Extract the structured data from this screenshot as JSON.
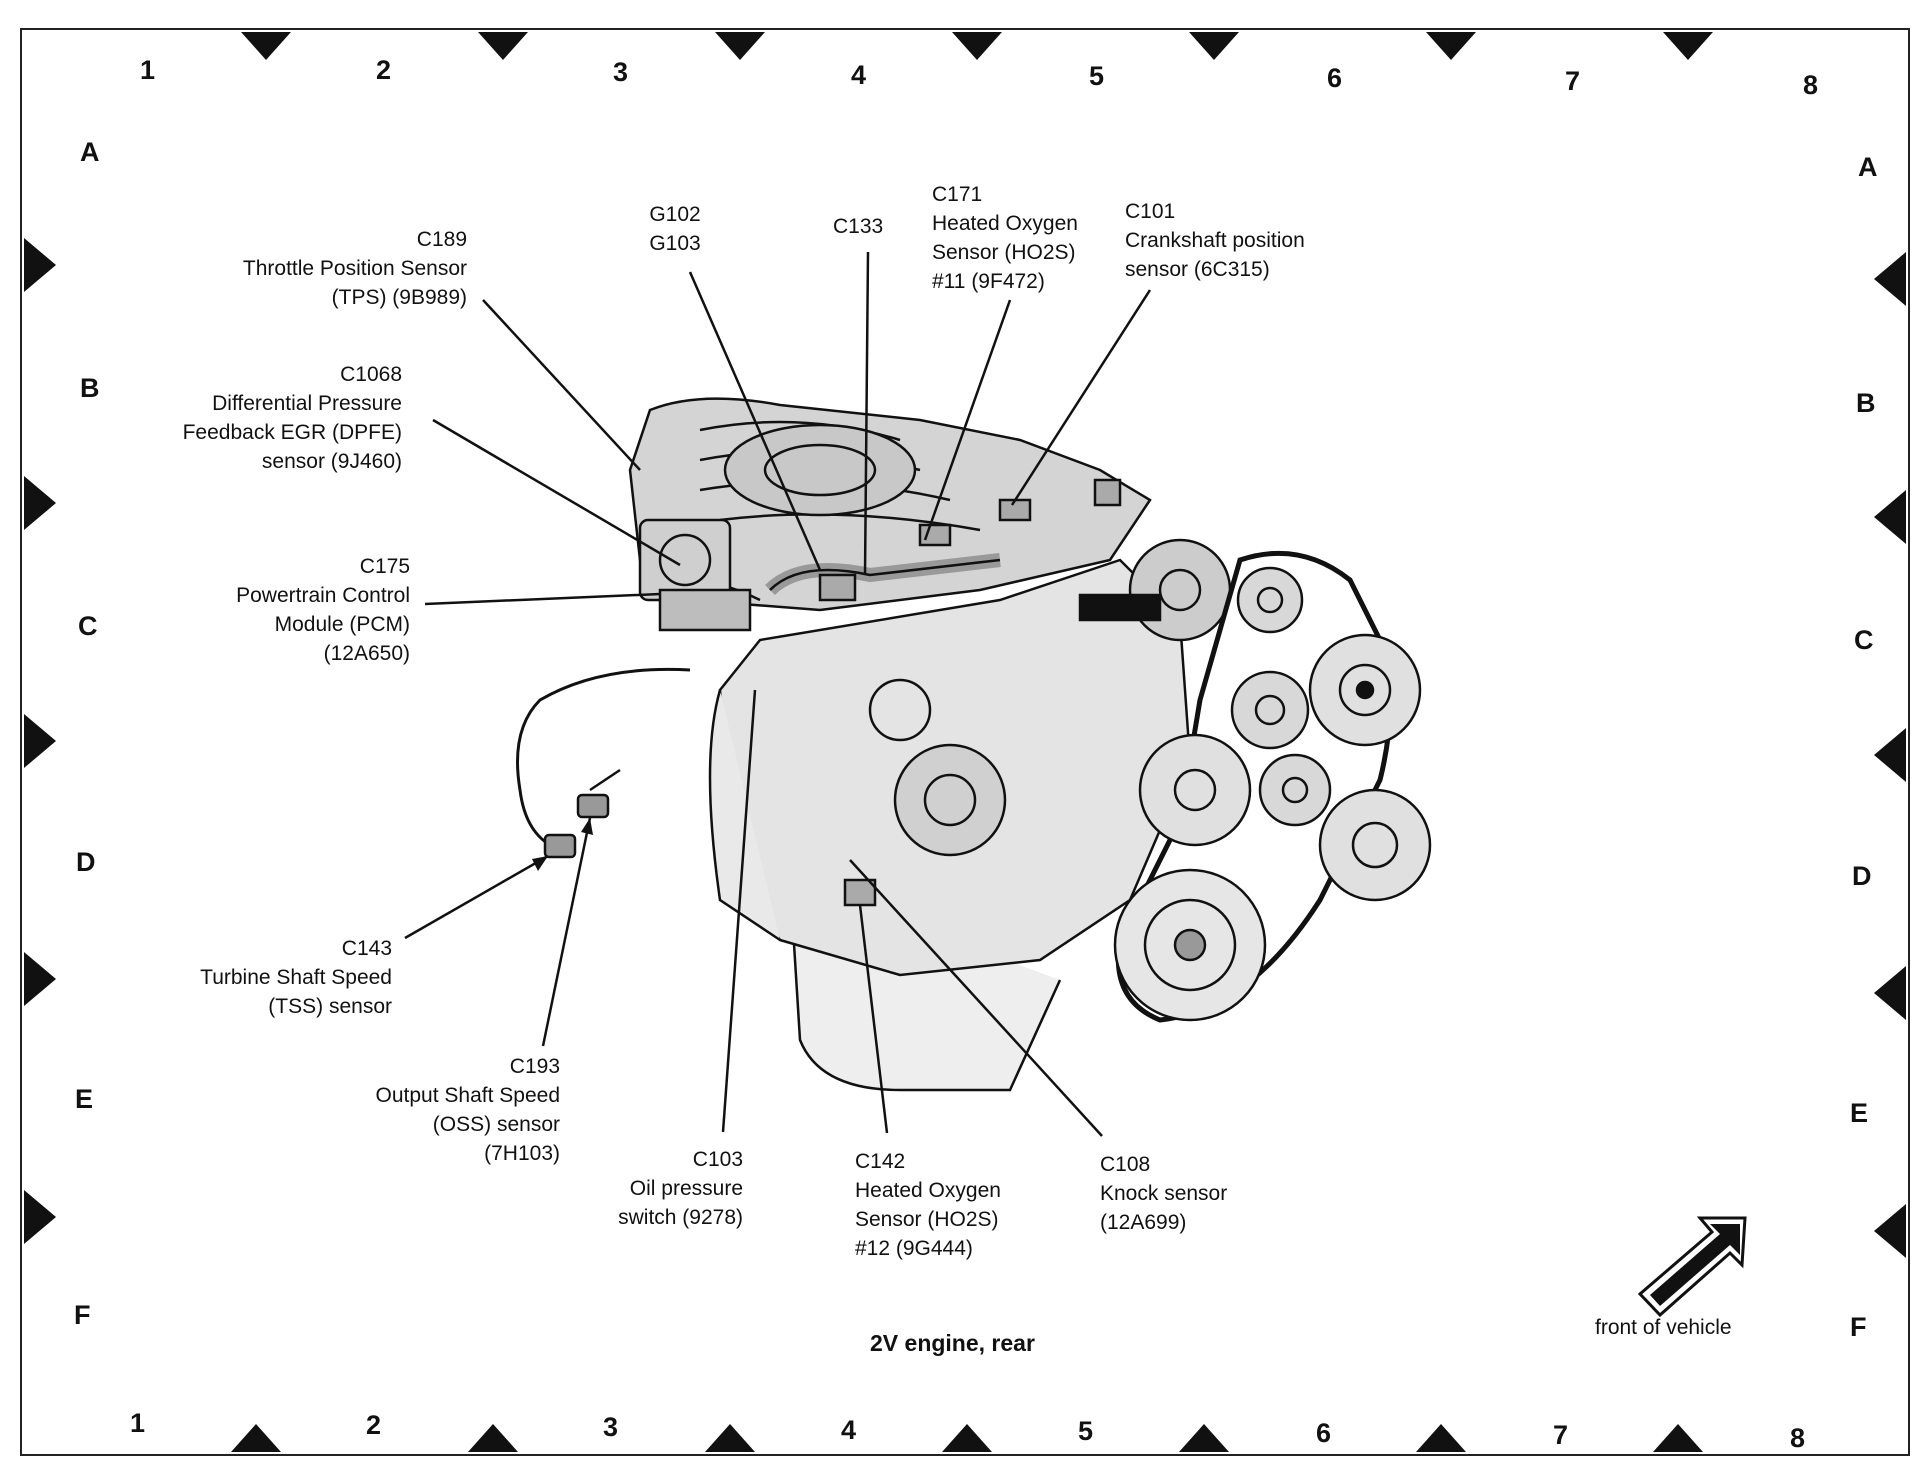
{
  "grid": {
    "numbers": [
      "1",
      "2",
      "3",
      "4",
      "5",
      "6",
      "7",
      "8"
    ],
    "letters": [
      "A",
      "B",
      "C",
      "D",
      "E",
      "F"
    ]
  },
  "callouts": {
    "c189": {
      "code": "C189",
      "lines": [
        "Throttle Position Sensor",
        "(TPS) (9B989)"
      ]
    },
    "g102": {
      "code": "G102",
      "lines": [
        "G103"
      ]
    },
    "c133": {
      "code": "C133",
      "lines": []
    },
    "c171": {
      "code": "C171",
      "lines": [
        "Heated Oxygen",
        "Sensor (HO2S)",
        "#11 (9F472)"
      ]
    },
    "c101": {
      "code": "C101",
      "lines": [
        "Crankshaft position",
        "sensor (6C315)"
      ]
    },
    "c1068": {
      "code": "C1068",
      "lines": [
        "Differential Pressure",
        "Feedback EGR (DPFE)",
        "sensor (9J460)"
      ]
    },
    "c175": {
      "code": "C175",
      "lines": [
        "Powertrain Control",
        "Module (PCM)",
        "(12A650)"
      ]
    },
    "c143": {
      "code": "C143",
      "lines": [
        "Turbine Shaft Speed",
        "(TSS) sensor"
      ]
    },
    "c193": {
      "code": "C193",
      "lines": [
        "Output Shaft Speed",
        "(OSS) sensor",
        "(7H103)"
      ]
    },
    "c103": {
      "code": "C103",
      "lines": [
        "Oil pressure",
        "switch (9278)"
      ]
    },
    "c142": {
      "code": "C142",
      "lines": [
        "Heated Oxygen",
        "Sensor (HO2S)",
        "#12 (9G444)"
      ]
    },
    "c108": {
      "code": "C108",
      "lines": [
        "Knock sensor",
        "(12A699)"
      ]
    }
  },
  "caption": "2V engine, rear",
  "front_label": "front of vehicle",
  "colors": {
    "ink": "#111111",
    "paper": "#ffffff",
    "engine_shade": "#d9d9d9"
  }
}
